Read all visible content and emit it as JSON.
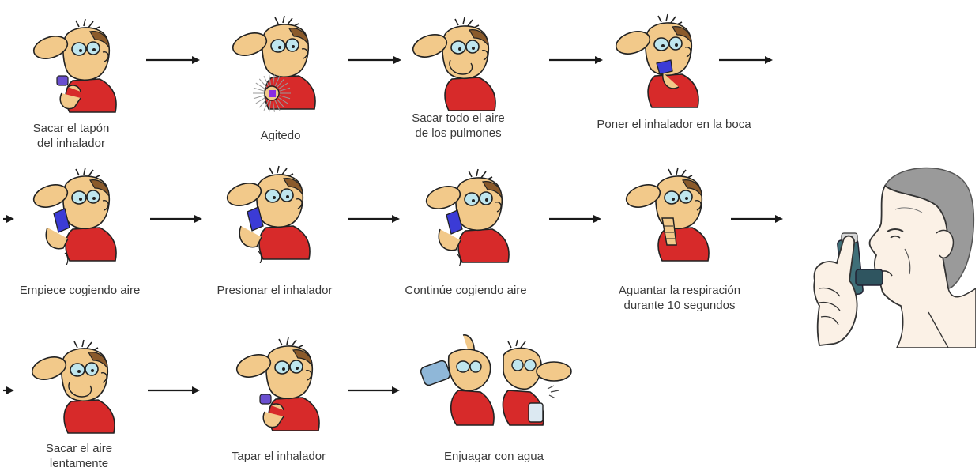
{
  "steps": [
    {
      "label": "Sacar el tapón\ndel inhalador",
      "pose": "hold",
      "accent": "#6a4fd0"
    },
    {
      "label": "Agitedo",
      "pose": "shake",
      "accent": "#8a2be2"
    },
    {
      "label": "Sacar todo el aire\nde los pulmones",
      "pose": "exhale",
      "accent": "#c81e1e"
    },
    {
      "label": "Poner el inhalador en la boca",
      "pose": "mouth",
      "accent": "#3b3bd6"
    },
    {
      "label": "Empiece cogiendo aire",
      "pose": "inhaler",
      "accent": "#3b3bd6"
    },
    {
      "label": "Presionar el inhalador",
      "pose": "inhaler",
      "accent": "#3b3bd6"
    },
    {
      "label": "Continúe cogiendo aire",
      "pose": "inhaler",
      "accent": "#3b3bd6"
    },
    {
      "label": "Aguantar la respiración\ndurante 10 segundos",
      "pose": "hold-breath",
      "accent": "#c81e1e"
    },
    {
      "label": "Sacar el aire\nlentamente",
      "pose": "exhale",
      "accent": "#c81e1e"
    },
    {
      "label": "Tapar el inhalador",
      "pose": "hold",
      "accent": "#6a4fd0"
    },
    {
      "label": "Enjuagar con agua",
      "pose": "rinse",
      "accent": "#8fb7d8"
    }
  ],
  "colors": {
    "skin": "#f2c98a",
    "shirt": "#d72a2a",
    "hair": "#8a5a2b",
    "glasses": "#bfe6ee",
    "arrow": "#1a1a1a"
  }
}
